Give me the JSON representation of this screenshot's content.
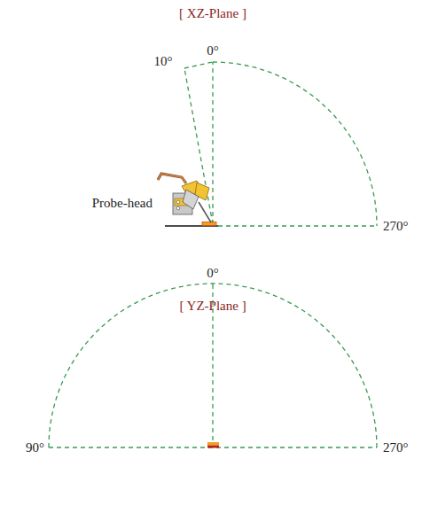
{
  "diagram": {
    "labels": [
      "[ XZ-Plane ]",
      "10°",
      "0°",
      "Probe-head",
      "270°",
      "[ YZ-Plane ]",
      "0°",
      "90°",
      "270°"
    ]
  }
}
